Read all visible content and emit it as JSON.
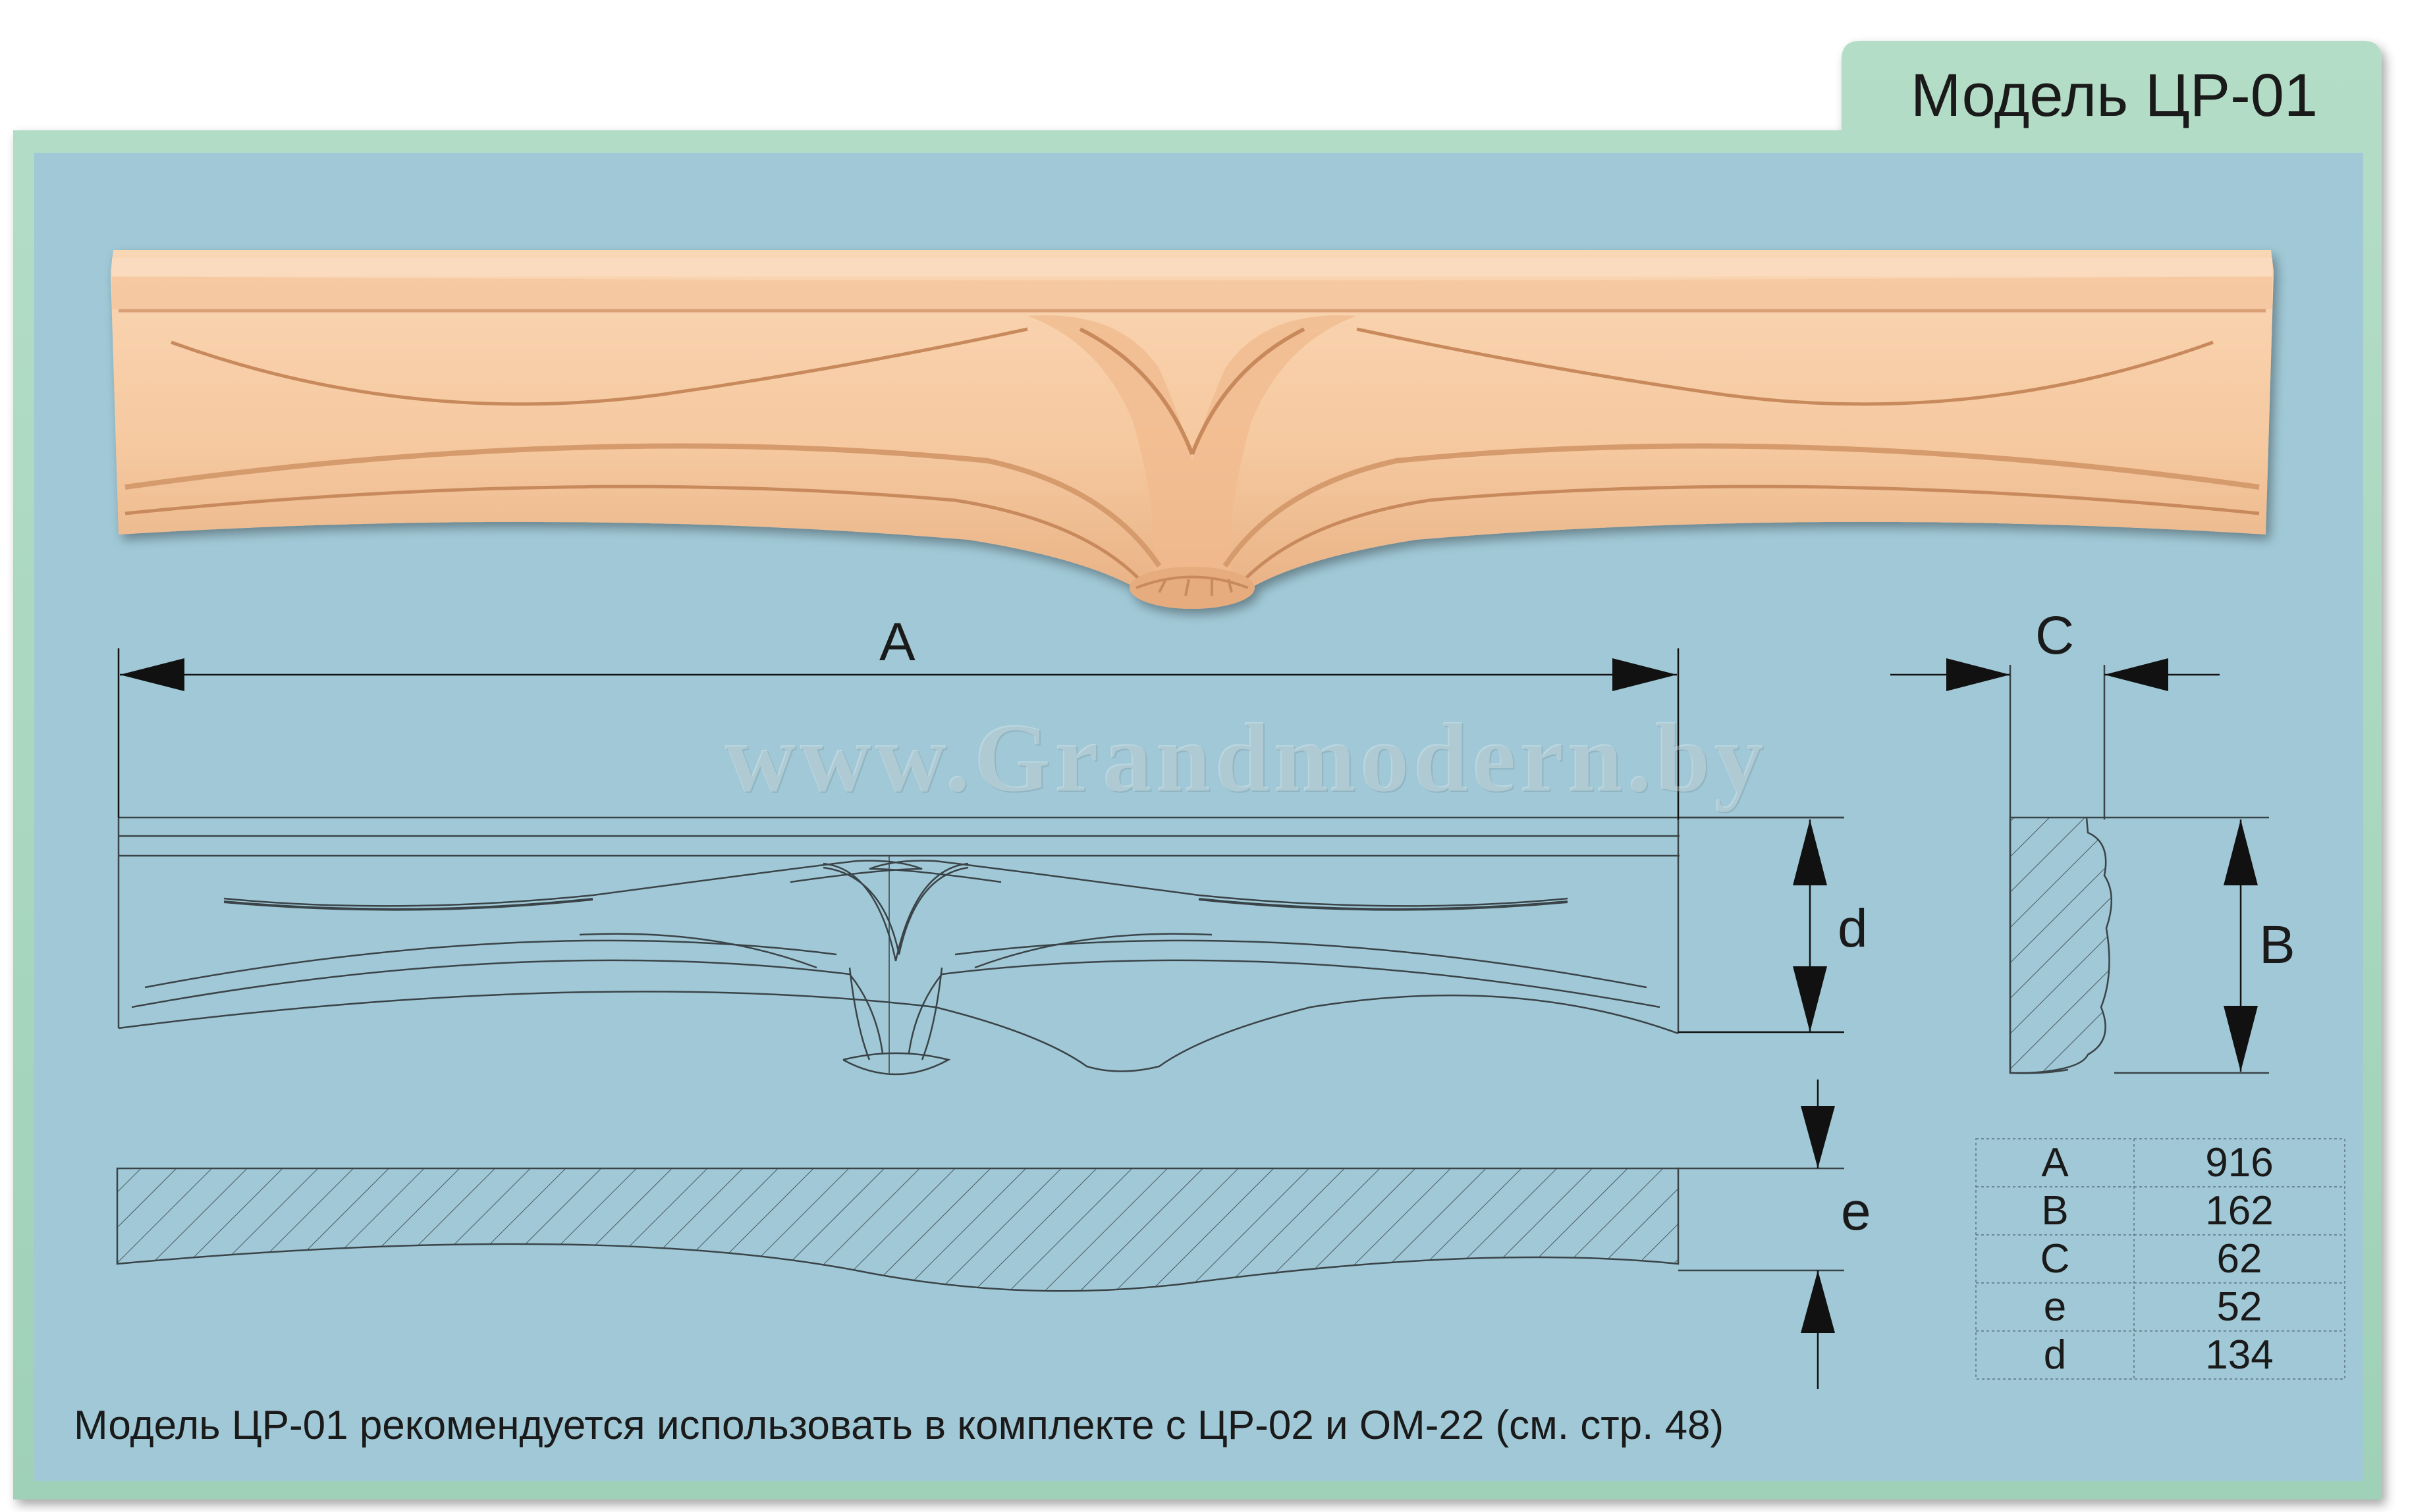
{
  "title": "Модель ЦР-01",
  "watermark": "www.Grandmodern.by",
  "dimension_labels": {
    "a": "A",
    "c": "C",
    "d": "d",
    "b": "B",
    "e": "e"
  },
  "specs": [
    {
      "key": "A",
      "value": "916"
    },
    {
      "key": "B",
      "value": "162"
    },
    {
      "key": "C",
      "value": "62"
    },
    {
      "key": "e",
      "value": "52"
    },
    {
      "key": "d",
      "value": "134"
    }
  ],
  "footnote": "Модель ЦР-01 рекомендуется использовать в комплекте с ЦР-02 и ОМ-22 (см. стр. 48)",
  "colors": {
    "outer_frame": "#9fd1b8",
    "panel": "#a0c8d6",
    "wood": "#f6c9a0",
    "wood_shadow": "#d9a074",
    "line": "#3a3a3a"
  }
}
